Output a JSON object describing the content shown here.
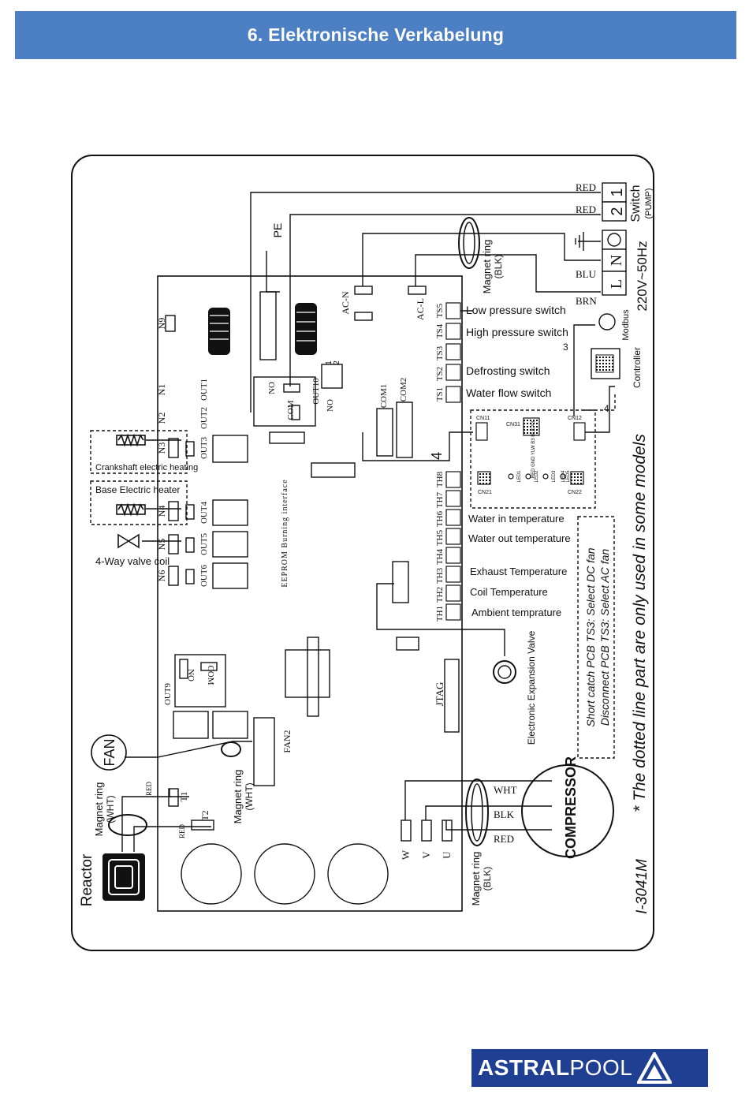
{
  "header": {
    "title": "6. Elektronische Verkabelung"
  },
  "diagram": {
    "model": "I-3041M",
    "dotted_note": "* The dotted line part are only used in some models",
    "ts3_note_1": "Short catch PCB TS3: Select DC fan",
    "ts3_note_2": "Disconnect PCB TS3: Select AC fan",
    "power": {
      "wire_red_1": "RED",
      "wire_red_2": "RED",
      "wire_blu": "BLU",
      "wire_brn": "BRN",
      "term_1": "1",
      "term_2": "2",
      "term_l": "L",
      "term_n": "N",
      "switch": "Switch",
      "pump": "(PUMP)",
      "supply": "220V~50Hz",
      "pe": "PE"
    },
    "magnet_ring_blk_top": {
      "line1": "Magnet ring",
      "line2": "(BLK)"
    },
    "magnet_ring_blk_bottom": {
      "line1": "Magnet ring",
      "line2": "(BLK)"
    },
    "magnet_ring_wht_left": {
      "line1": "Magnet ring",
      "line2": "(WHT)"
    },
    "magnet_ring_wht_mid": {
      "line1": "Magnet ring",
      "line2": "(WHT)"
    },
    "pcb": {
      "ac_n": "AC-N",
      "ac_l": "AC-L",
      "n9": "N9",
      "n1": "N1",
      "n2": "N2",
      "n3": "N3",
      "n4": "N4",
      "n5": "N5",
      "n6": "N6",
      "out1": "OUT1",
      "out2": "OUT2",
      "out3": "OUT3",
      "out4": "OUT4",
      "out5": "OUT5",
      "out6": "OUT6",
      "out9": "OUT9",
      "out10": "OUT10",
      "no": "NO",
      "com": "COM",
      "com1": "COM1",
      "com2": "COM2",
      "fan2": "FAN2",
      "jtag": "JTAG",
      "eeprom": "EEPROM Burning interface",
      "t1": "T1",
      "t2": "T2",
      "ts1": "TS1",
      "ts2": "TS2",
      "ts3": "TS3",
      "ts4": "TS4",
      "ts5": "TS5",
      "th1": "TH1",
      "th2": "TH2",
      "th3": "TH3",
      "th4": "TH4",
      "th5": "TH5",
      "th6": "TH6",
      "th7": "TH7",
      "th8": "TH8",
      "dip_1": "1",
      "dip_2": "2",
      "no2": "NO",
      "wire_count_4": "4",
      "wire_red_t1": "RED",
      "wire_red_t2": "RED"
    },
    "switches": {
      "low_pressure": "Low pressure switch",
      "high_pressure": "High pressure switch",
      "defrosting": "Defrosting switch",
      "water_flow": "Water flow switch"
    },
    "sensors": {
      "water_in": "Water in temperature",
      "water_out": "Water out temperature",
      "exhaust": "Exhaust Temperature",
      "coil": "Coil Temperature",
      "ambient": "Ambient temprature"
    },
    "loads": {
      "crankshaft": "Crankshaft electric heating",
      "base_heater": "Base Electric heater",
      "four_way": "4-Way valve coil",
      "eev": "Electronic Expansion Valve",
      "fan": "FAN",
      "reactor": "Reactor",
      "compressor": "COMPRESSOR",
      "wire_wht": "WHT",
      "wire_blk": "BLK",
      "wire_red": "RED",
      "u": "U",
      "v": "V",
      "w": "W"
    },
    "display_board": {
      "cn11": "CN11",
      "cn12": "CN12",
      "cn21": "CN21",
      "cn22": "CN22",
      "cn31": "CN31",
      "led1": "LED1",
      "led2": "LED2",
      "led3": "LED3",
      "led4": "LED4",
      "led5": "LED5",
      "pins": "RED GND YLW B3 BLK A3"
    },
    "controller": "Controller",
    "modbus": "Modbus",
    "wire_count_3": "3",
    "wire_count_4b": "4"
  },
  "logo": {
    "brand_bold": "ASTRAL",
    "brand_light": "POOL"
  }
}
